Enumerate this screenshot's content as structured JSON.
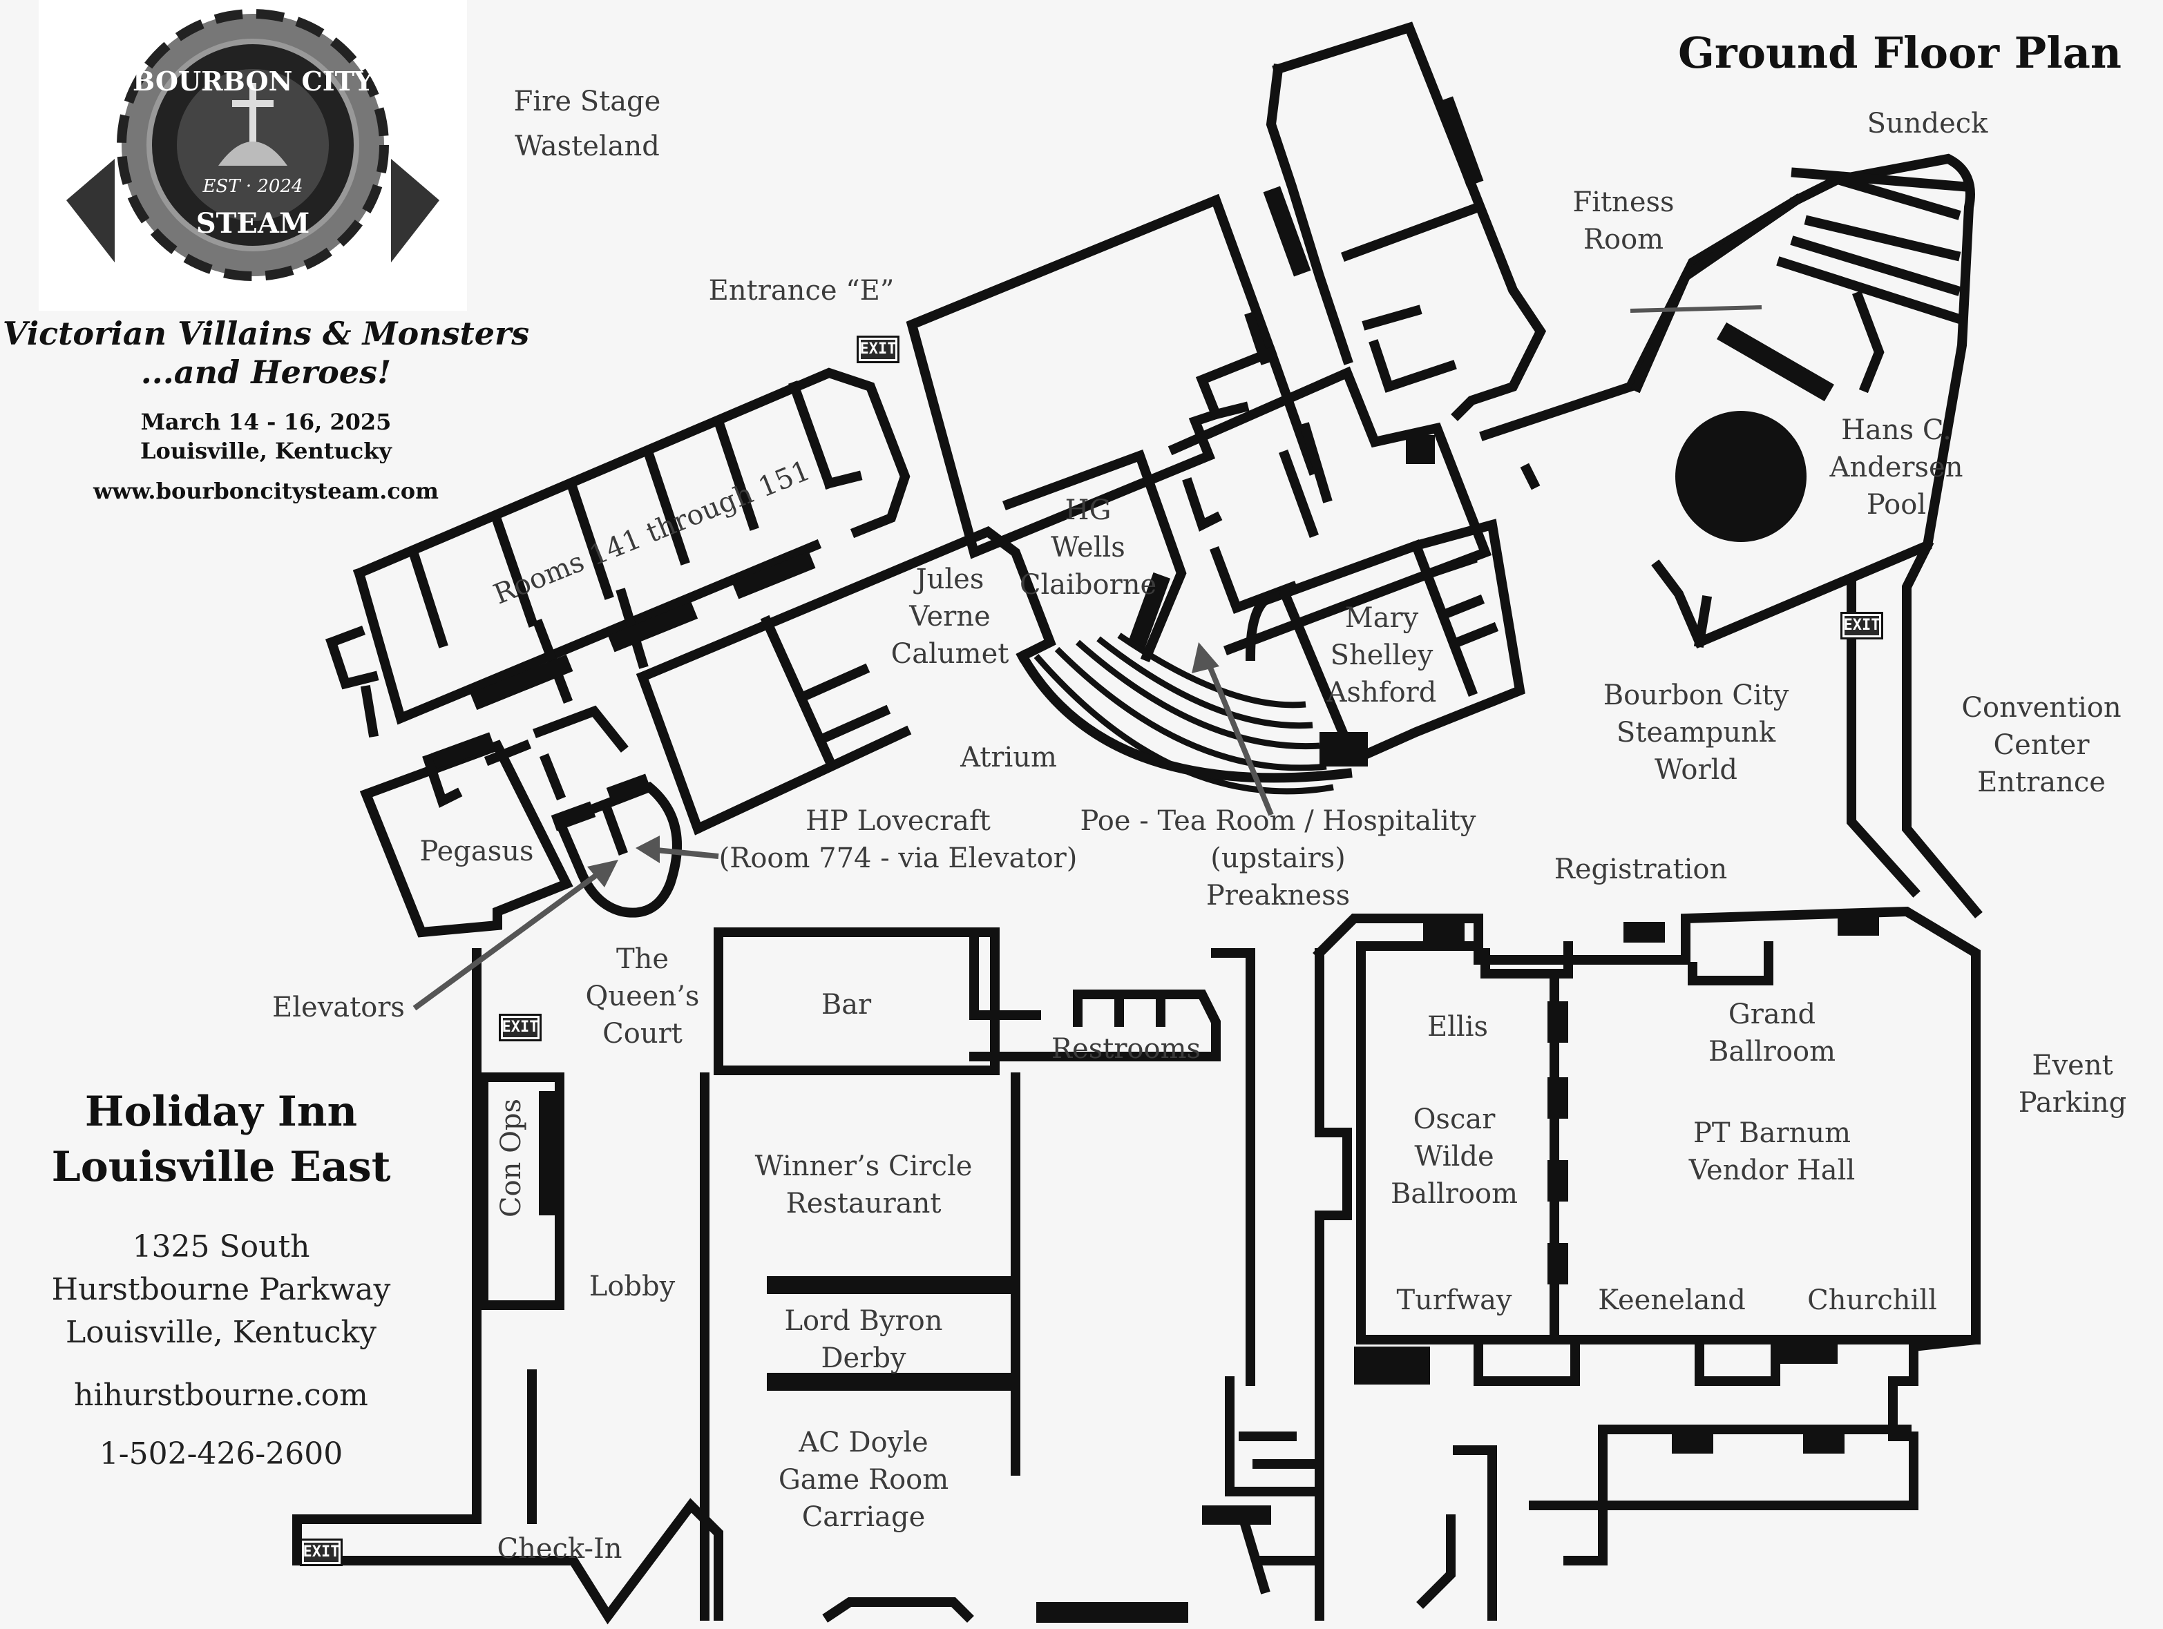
{
  "title": "Ground Floor Plan",
  "event": {
    "logo_top": "BOURBON CITY",
    "logo_est": "EST · 2024",
    "logo_bottom": "STEAM",
    "tagline": "Victorian Villains & Monsters\n...and Heroes!",
    "dates": "March 14 - 16, 2025",
    "location": "Louisville, Kentucky",
    "website": "www.bourboncitysteam.com"
  },
  "hotel": {
    "name": "Holiday Inn\nLouisville East",
    "address": "1325 South\nHurstbourne Parkway\nLouisville, Kentucky",
    "website": "hihurstbourne.com",
    "phone": "1-502-426-2600"
  },
  "exit_label": "EXIT",
  "areas": {
    "fire_stage": "Fire Stage",
    "wasteland": "Wasteland",
    "entrance_e": "Entrance “E”",
    "rooms_141_151": "Rooms 141 through 151",
    "jules_verne": "Jules\nVerne\nCalumet",
    "hg_wells": "HG\nWells\nClaiborne",
    "mary_shelley": "Mary\nShelley\nAshford",
    "atrium": "Atrium",
    "pegasus": "Pegasus",
    "hp_lovecraft": "HP Lovecraft\n(Room 774 - via Elevator)",
    "poe": "Poe - Tea Room / Hospitality\n(upstairs)\nPreakness",
    "elevators": "Elevators",
    "queens_court": "The\nQueen’s\nCourt",
    "bar": "Bar",
    "restrooms": "Restrooms",
    "con_ops": "Con Ops",
    "lobby": "Lobby",
    "winners_circle": "Winner’s Circle\nRestaurant",
    "lord_byron": "Lord Byron\nDerby",
    "ac_doyle": "AC Doyle\nGame Room\nCarriage",
    "check_in": "Check-In",
    "sundeck": "Sundeck",
    "fitness_room": "Fitness\nRoom",
    "hans_andersen": "Hans C.\nAndersen\nPool",
    "bourbon_city_world": "Bourbon City\nSteampunk\nWorld",
    "convention_entrance": "Convention\nCenter\nEntrance",
    "registration": "Registration",
    "ellis": "Ellis",
    "oscar_wilde": "Oscar\nWilde\nBallroom",
    "turfway": "Turfway",
    "grand_ballroom": "Grand\nBallroom",
    "pt_barnum": "PT Barnum\nVendor Hall",
    "keeneland": "Keeneland",
    "churchill": "Churchill",
    "event_parking": "Event\nParking"
  }
}
